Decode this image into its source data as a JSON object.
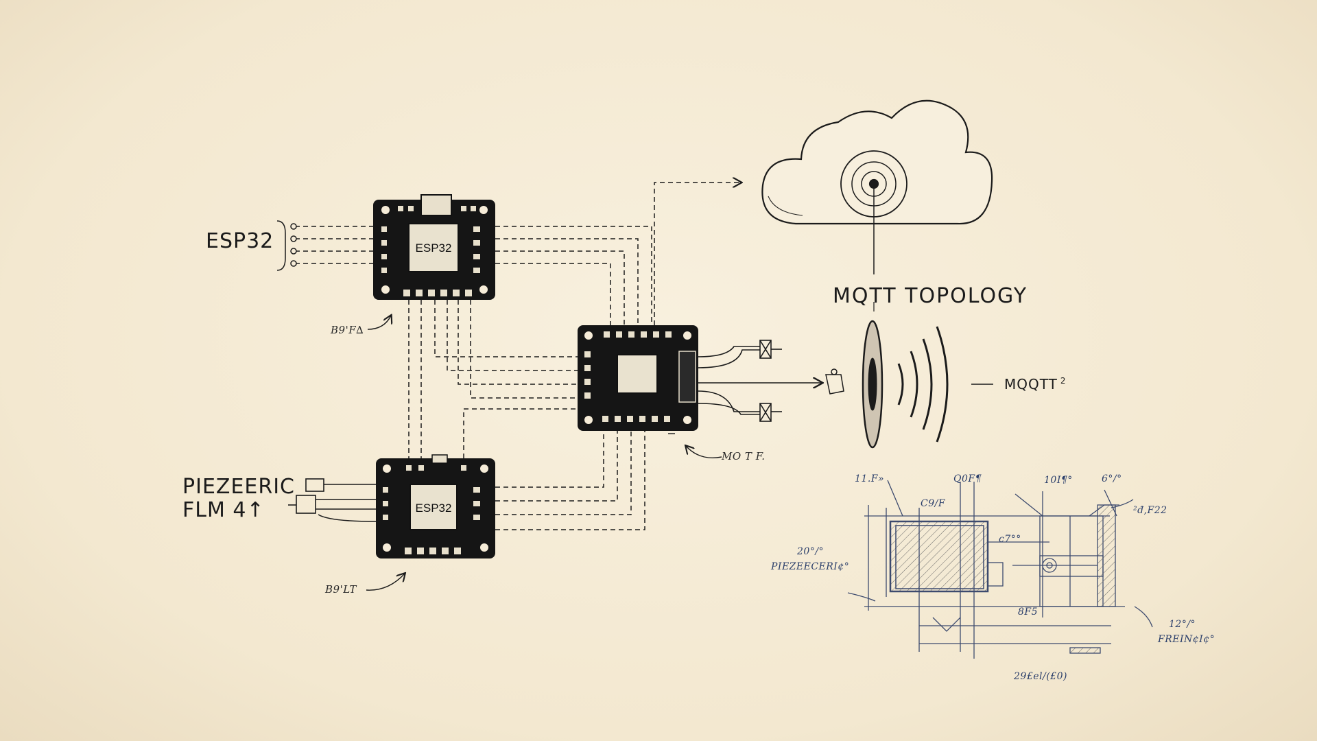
{
  "labels": {
    "esp32_left": "ESP32",
    "piezo_line1": "PIEZEERIC",
    "piezo_line2": "FLM   4↑",
    "topology_title": "MQTT TOPOLOGY",
    "mqtt_right": "MQQTT",
    "mqtt_right_sup": "2",
    "annot_top_board": "B9'F∆",
    "annot_bottom_board": "B9'LT",
    "annot_center_board": "MO T F.",
    "chip_top": "ESP32",
    "chip_bottom": "ESP32"
  },
  "sketch": {
    "dim_1": "11.F»",
    "dim_2": "Q0F¶",
    "dim_3": "10I¶°",
    "dim_4": "6°/°",
    "dim_5": "C9/F",
    "dim_6": "²đ,F22",
    "dim_7": "c7°°",
    "dim_8": "20°/°",
    "dim_9": "PIEZEECERI¢°",
    "dim_10": "8F5",
    "dim_11": "12°/°",
    "dim_12": "FREIN¢I¢°",
    "dim_13": "29£el/(£0)"
  },
  "colors": {
    "paper": "#f6ecd8",
    "ink": "#1b1b1b",
    "pencil_blue": "#2b3f6b"
  }
}
